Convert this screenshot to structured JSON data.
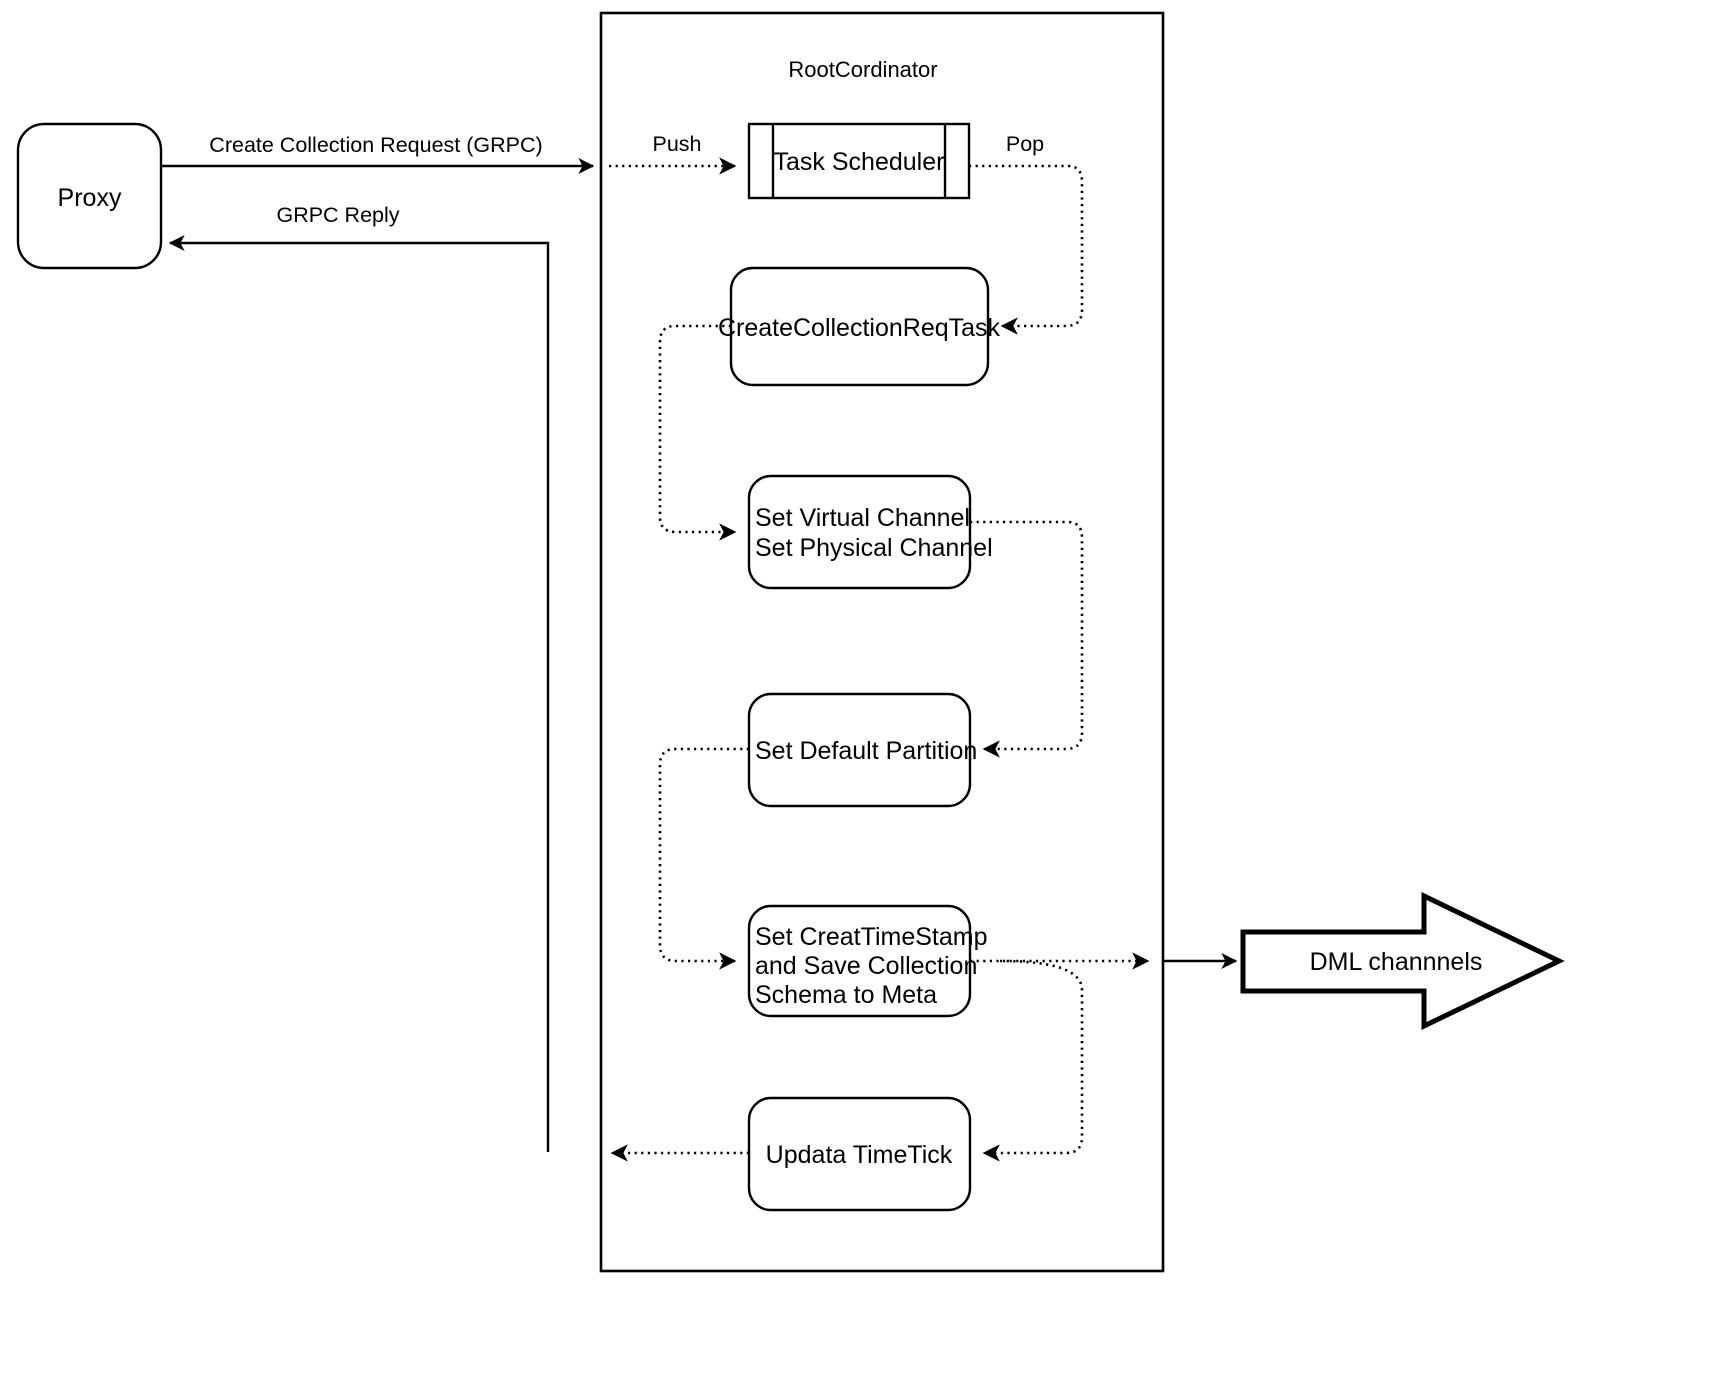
{
  "diagram": {
    "title": "RootCordinator",
    "nodes": {
      "proxy": {
        "label": "Proxy",
        "shape": "rounded-rect"
      },
      "task_scheduler": {
        "label": "Task Scheduler",
        "shape": "queue-buffer"
      },
      "create_collection_req_task": {
        "label": "CreateCollectionReqTask",
        "shape": "rounded-rect"
      },
      "set_channels": {
        "lines": [
          "Set Virtual Channel",
          "Set Physical Channel"
        ],
        "shape": "rounded-rect"
      },
      "set_default_partition": {
        "label": "Set Default Partition",
        "shape": "rounded-rect"
      },
      "set_create_timestamp": {
        "lines": [
          "Set CreatTimeStamp",
          "and Save Collection",
          "Schema to Meta"
        ],
        "shape": "rounded-rect"
      },
      "update_timetick": {
        "label": "Updata TimeTick",
        "shape": "rounded-rect"
      },
      "dml_channels": {
        "label": "DML channnels",
        "shape": "block-arrow-right"
      }
    },
    "edges": {
      "create_collection_request": {
        "label": "Create Collection Request (GRPC)",
        "style": "solid"
      },
      "grpc_reply": {
        "label": "GRPC Reply",
        "style": "solid"
      },
      "push": {
        "label": "Push",
        "style": "dotted"
      },
      "pop": {
        "label": "Pop",
        "style": "dotted"
      }
    },
    "colors": {
      "stroke": "#000000",
      "fill": "#ffffff",
      "background": "#ffffff"
    }
  }
}
